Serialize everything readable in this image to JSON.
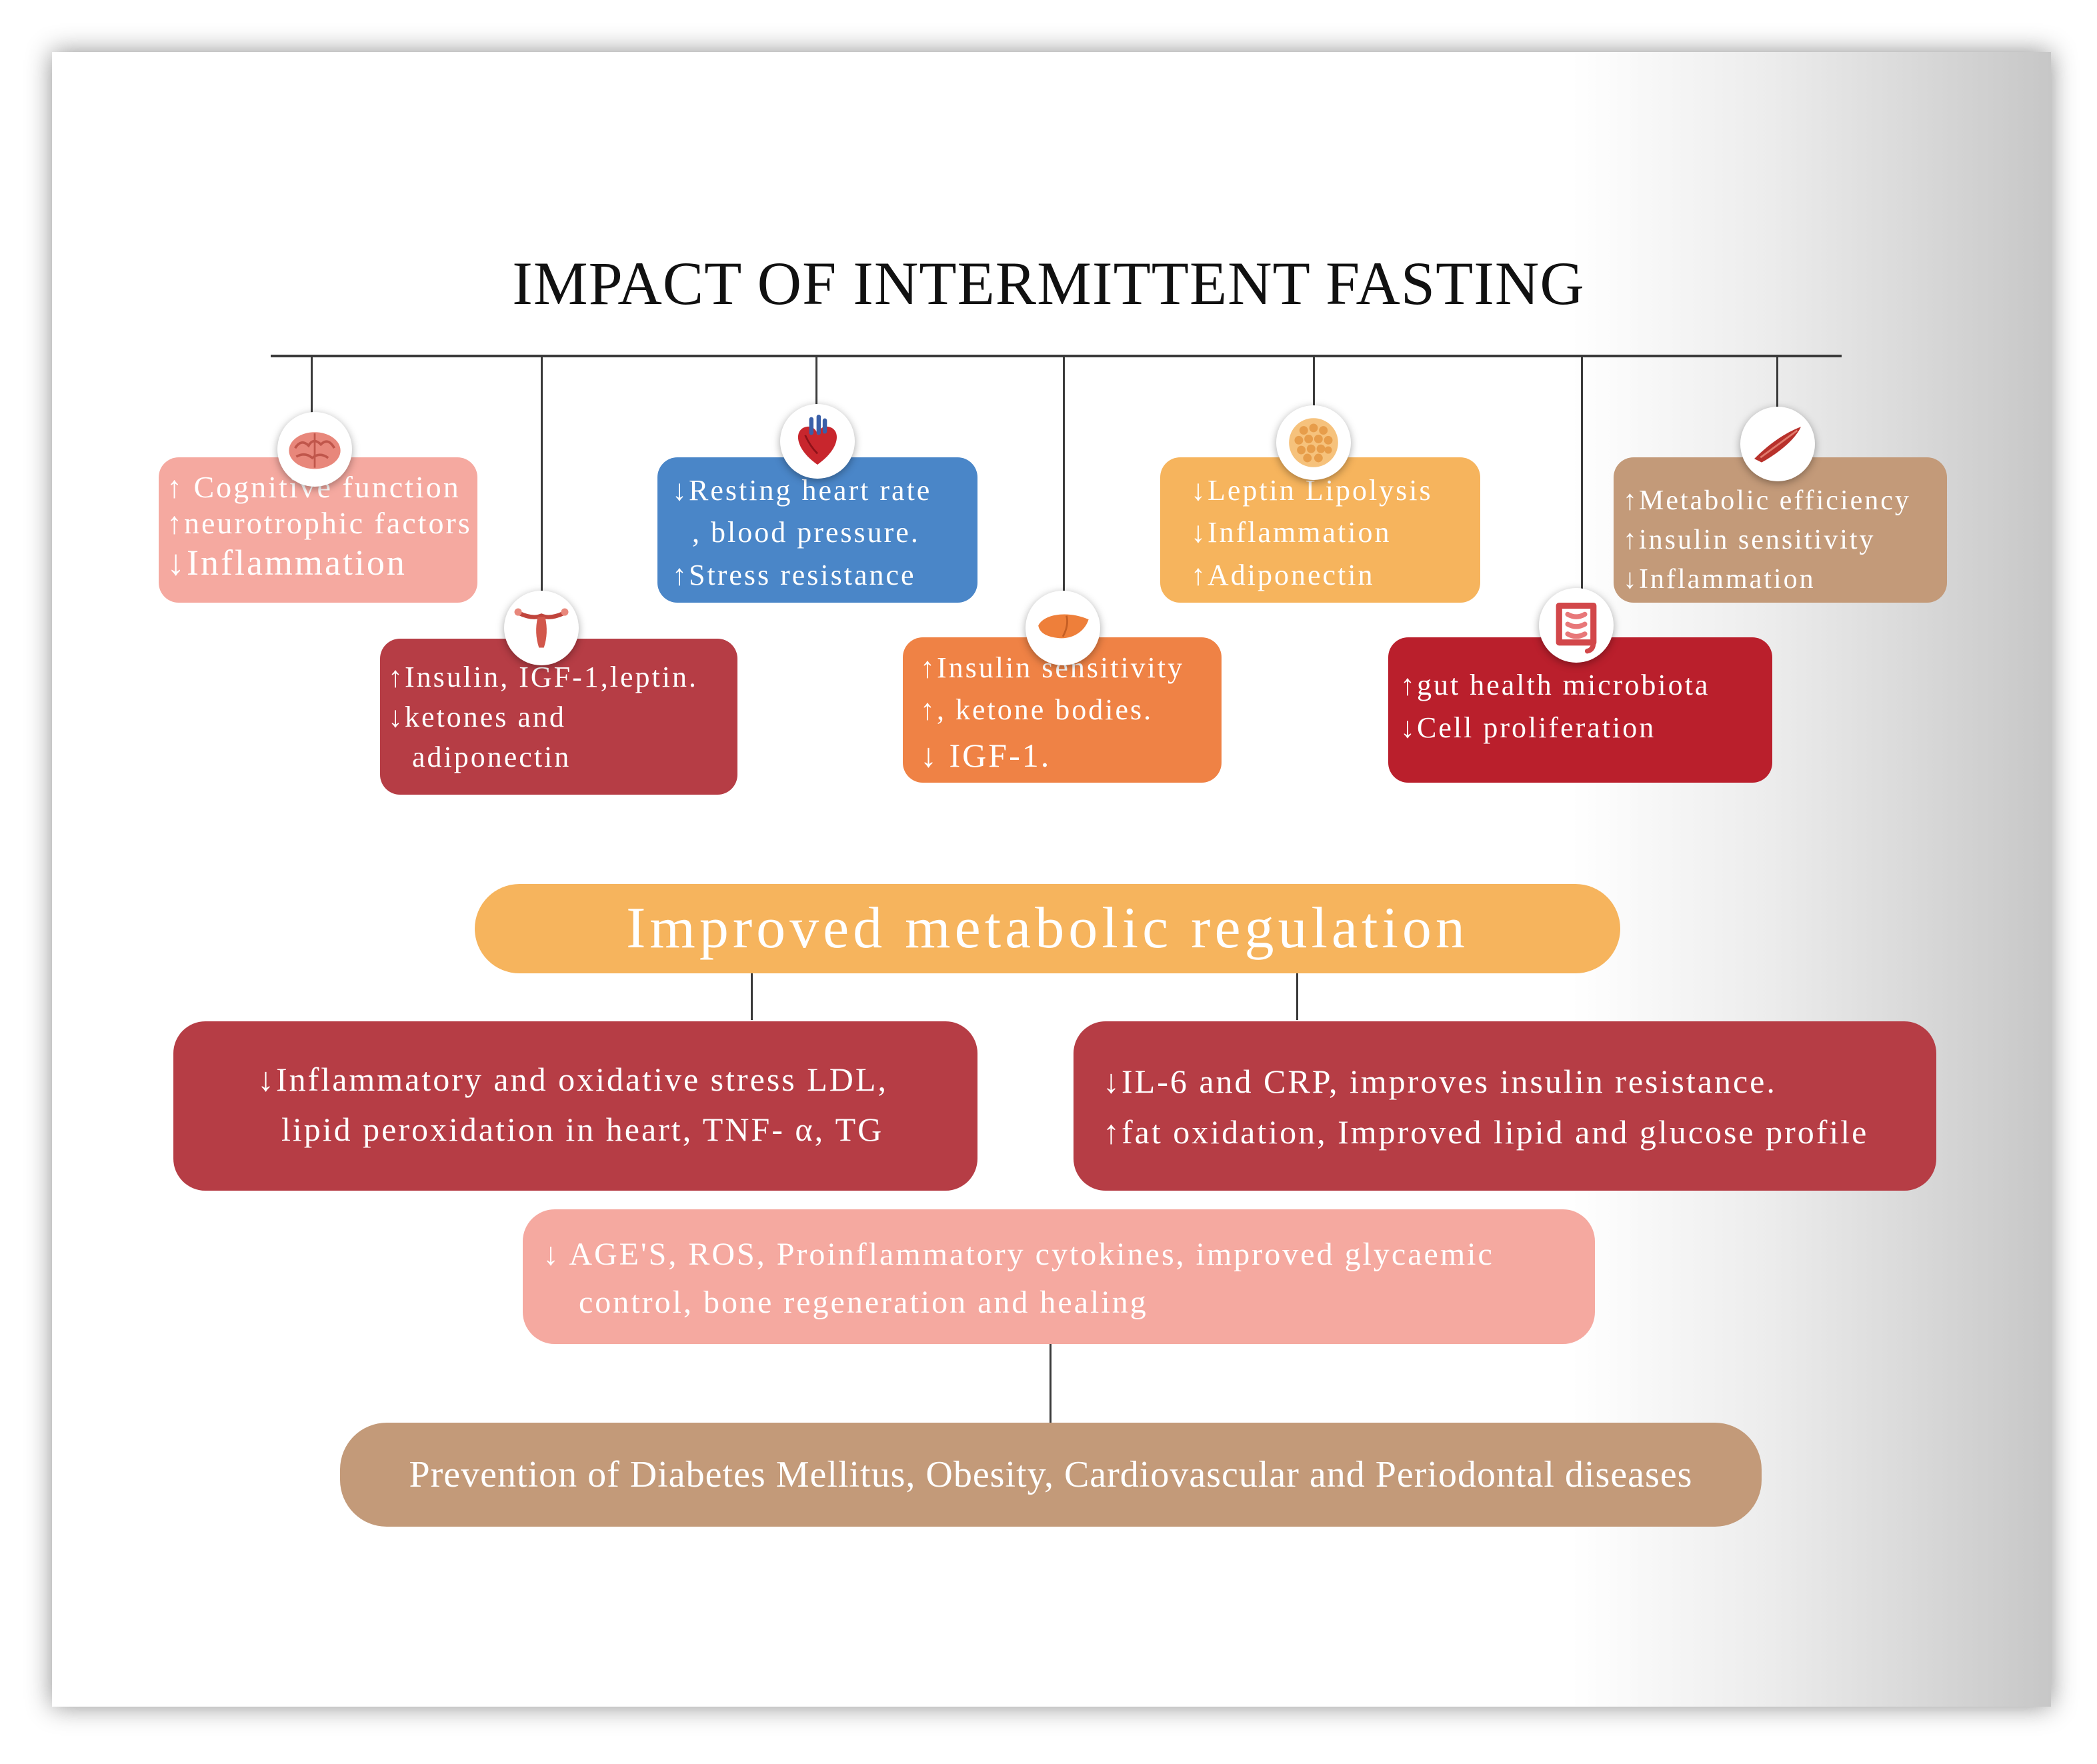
{
  "title": "IMPACT OF INTERMITTENT FASTING",
  "organs": [
    {
      "icon": "brain-icon",
      "color": "#f5a9a0",
      "lines": [
        "↑ Cognitive function",
        "↑neurotrophic factors",
        "↓Inflammation"
      ]
    },
    {
      "icon": "uterus-icon",
      "color": "#b63d45",
      "lines": [
        "↑Insulin, IGF-1,leptin.",
        "↓ketones and",
        "adiponectin"
      ]
    },
    {
      "icon": "heart-icon",
      "color": "#4a86c8",
      "lines": [
        "↓Resting heart rate",
        ", blood pressure.",
        "↑Stress resistance"
      ]
    },
    {
      "icon": "liver-icon",
      "color": "#ef8245",
      "lines": [
        "↑Insulin sensitivity",
        "↑, ketone bodies.",
        "↓ IGF-1."
      ]
    },
    {
      "icon": "adipose-tissue-icon",
      "color": "#f6b45d",
      "lines": [
        "↓Leptin Lipolysis",
        "↓Inflammation",
        "↑Adiponectin"
      ]
    },
    {
      "icon": "intestine-icon",
      "color": "#ba1f2c",
      "lines": [
        "↑gut health microbiota",
        "↓Cell proliferation"
      ]
    },
    {
      "icon": "muscle-icon",
      "color": "#c39a79",
      "lines": [
        "↑Metabolic efficiency",
        "↑insulin sensitivity",
        "↓Inflammation"
      ]
    }
  ],
  "metabolic": {
    "label": "Improved metabolic regulation",
    "color": "#f6b45d"
  },
  "effects": [
    {
      "color": "#b63d45",
      "lines": [
        "↓Inflammatory and oxidative stress LDL,",
        "lipid peroxidation in heart, TNF- α, TG"
      ]
    },
    {
      "color": "#b63d45",
      "lines": [
        "↓IL-6 and CRP, improves insulin resistance.",
        "↑fat oxidation, Improved lipid and glucose profile"
      ]
    }
  ],
  "oral": {
    "color": "#f5a9a0",
    "lines": [
      "↓ AGE'S, ROS, Proinflammatory cytokines, improved glycaemic",
      "control, bone regeneration and healing"
    ]
  },
  "prevention": {
    "label": "Prevention of Diabetes Mellitus, Obesity, Cardiovascular and Periodontal diseases",
    "color": "#c39a79"
  }
}
